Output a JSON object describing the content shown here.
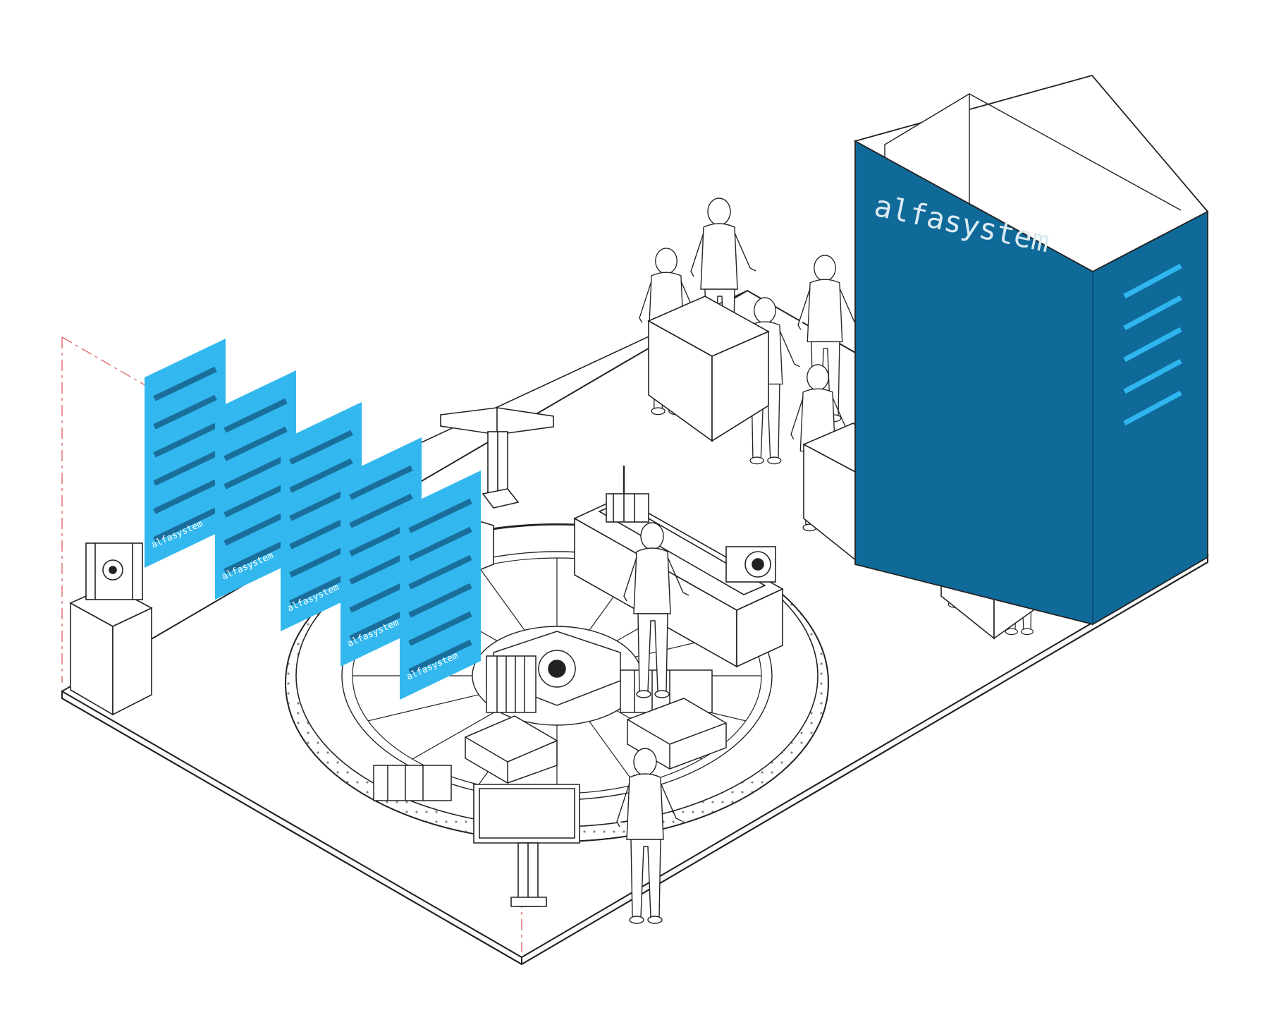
{
  "brand": {
    "tower_logo": "alfasystem",
    "panel_logo": "alfasystem"
  },
  "colors": {
    "tower_blue": "#0f6a9a",
    "panel_blue": "#32b8ee",
    "stripe_blue": "#2fb6ee",
    "panel_stripe": "#1a6e9c",
    "guide_red": "#e06a6a",
    "line": "#222222"
  },
  "panels": [
    {
      "logo": "alfasystem"
    },
    {
      "logo": "alfasystem"
    },
    {
      "logo": "alfasystem"
    },
    {
      "logo": "alfasystem"
    },
    {
      "logo": "alfasystem"
    }
  ]
}
